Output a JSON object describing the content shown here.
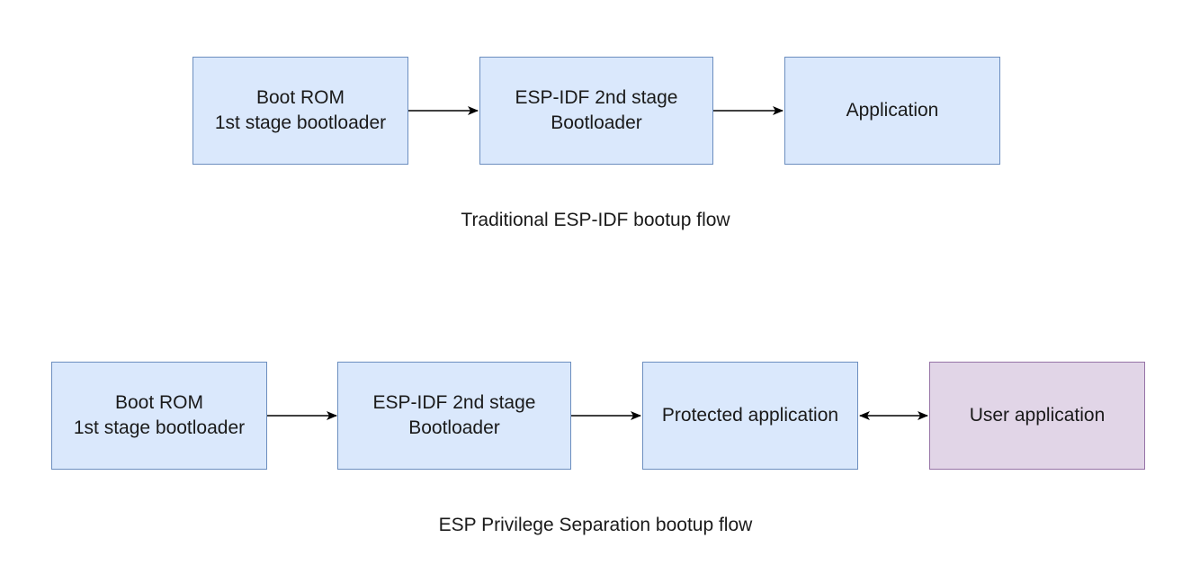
{
  "colors": {
    "box_fill": "#dae8fc",
    "box_border": "#6c8ebf",
    "user_box_fill": "#e1d5e7",
    "user_box_border": "#9673a6",
    "arrow": "#000000"
  },
  "traditional_flow": {
    "caption": "Traditional ESP-IDF bootup flow",
    "boot_rom": {
      "line1": "Boot ROM",
      "line2": "1st stage bootloader"
    },
    "bootloader": {
      "line1": "ESP-IDF 2nd stage",
      "line2": "Bootloader"
    },
    "application": {
      "line1": "Application"
    }
  },
  "privilege_flow": {
    "caption": "ESP Privilege Separation bootup flow",
    "boot_rom": {
      "line1": "Boot ROM",
      "line2": "1st stage bootloader"
    },
    "bootloader": {
      "line1": "ESP-IDF 2nd stage",
      "line2": "Bootloader"
    },
    "protected_app": {
      "line1": "Protected application"
    },
    "user_app": {
      "line1": "User application"
    }
  }
}
